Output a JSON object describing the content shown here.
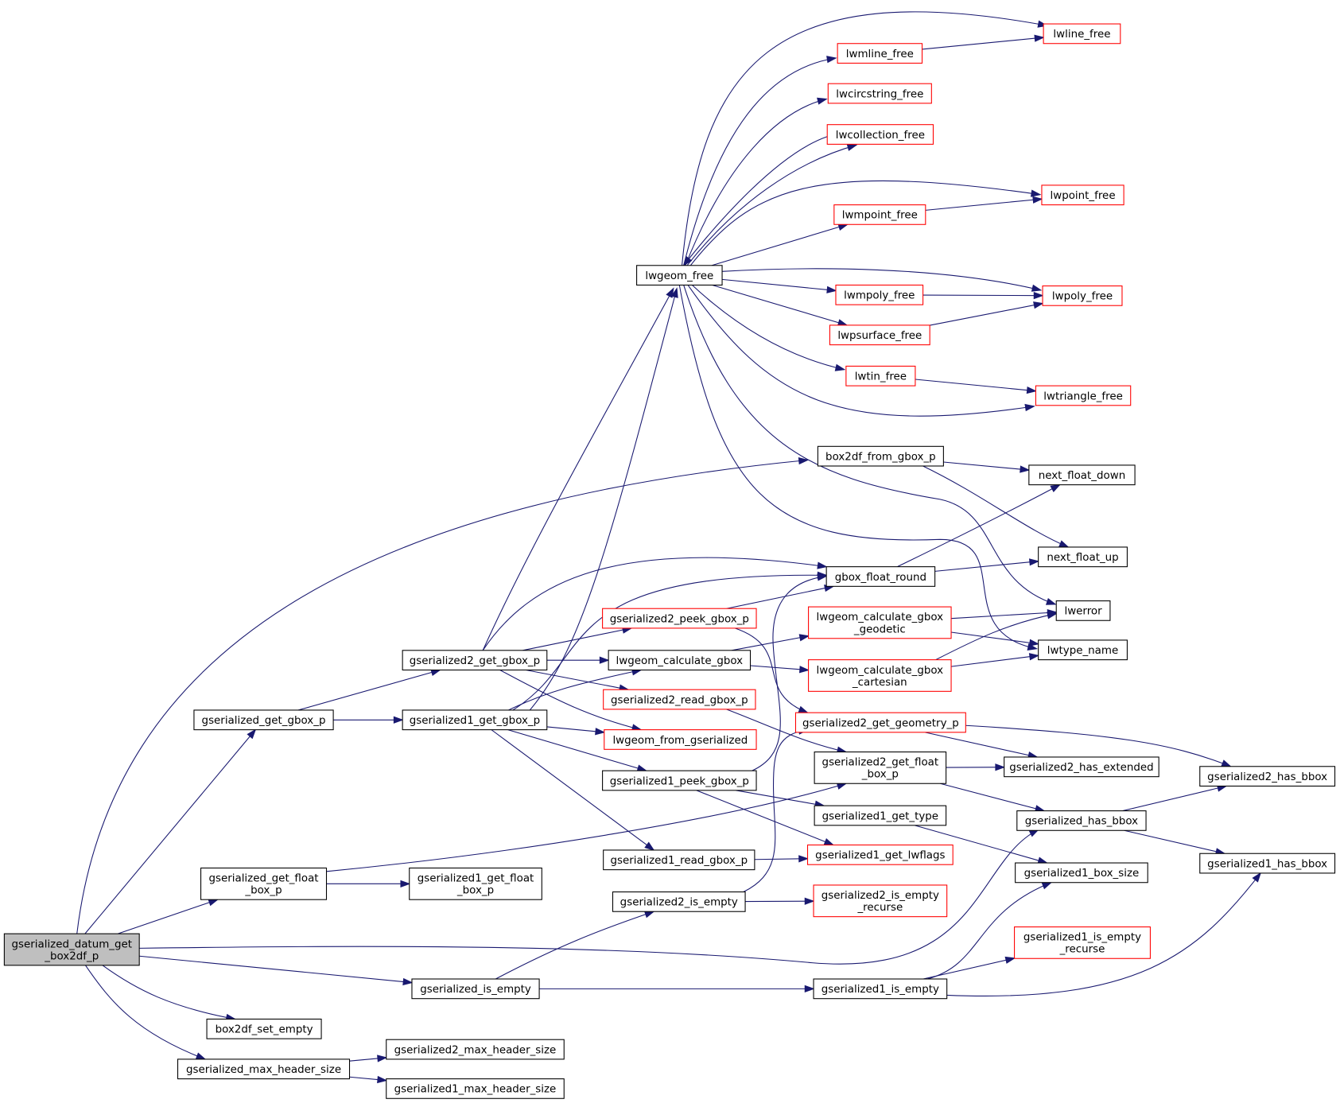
{
  "title": "Call graph for gserialized_datum_get_box2df_p",
  "colors": {
    "edge": "#191970",
    "node_border": "#000000",
    "truncated_border": "#ff0000",
    "root_fill": "#bfbfbf"
  },
  "nodes": [
    {
      "id": "root",
      "label": [
        "gserialized_datum_get",
        "_box2df_p"
      ],
      "style": "root"
    },
    {
      "id": "get_gbox_p",
      "label": [
        "gserialized_get_gbox_p"
      ],
      "style": "std"
    },
    {
      "id": "get_float_box_p",
      "label": [
        "gserialized_get_float",
        "_box_p"
      ],
      "style": "std"
    },
    {
      "id": "box2df_set_empty",
      "label": [
        "box2df_set_empty"
      ],
      "style": "std"
    },
    {
      "id": "max_header_size",
      "label": [
        "gserialized_max_header_size"
      ],
      "style": "std"
    },
    {
      "id": "is_empty",
      "label": [
        "gserialized_is_empty"
      ],
      "style": "std"
    },
    {
      "id": "g2_get_gbox_p",
      "label": [
        "gserialized2_get_gbox_p"
      ],
      "style": "std"
    },
    {
      "id": "g1_get_gbox_p",
      "label": [
        "gserialized1_get_gbox_p"
      ],
      "style": "std"
    },
    {
      "id": "g1_get_float_box_p",
      "label": [
        "gserialized1_get_float",
        "_box_p"
      ],
      "style": "std"
    },
    {
      "id": "g2_max_header_size",
      "label": [
        "gserialized2_max_header_size"
      ],
      "style": "std"
    },
    {
      "id": "g1_max_header_size",
      "label": [
        "gserialized1_max_header_size"
      ],
      "style": "std"
    },
    {
      "id": "lwgeom_free",
      "label": [
        "lwgeom_free"
      ],
      "style": "std"
    },
    {
      "id": "g2_peek_gbox_p",
      "label": [
        "gserialized2_peek_gbox_p"
      ],
      "style": "red"
    },
    {
      "id": "lwgeom_calculate_gbox",
      "label": [
        "lwgeom_calculate_gbox"
      ],
      "style": "std"
    },
    {
      "id": "g2_read_gbox_p",
      "label": [
        "gserialized2_read_gbox_p"
      ],
      "style": "red"
    },
    {
      "id": "lwgeom_from_gserialized",
      "label": [
        "lwgeom_from_gserialized"
      ],
      "style": "red"
    },
    {
      "id": "g1_peek_gbox_p",
      "label": [
        "gserialized1_peek_gbox_p"
      ],
      "style": "std"
    },
    {
      "id": "g1_read_gbox_p",
      "label": [
        "gserialized1_read_gbox_p"
      ],
      "style": "std"
    },
    {
      "id": "g2_is_empty",
      "label": [
        "gserialized2_is_empty"
      ],
      "style": "std"
    },
    {
      "id": "lwmline_free",
      "label": [
        "lwmline_free"
      ],
      "style": "red"
    },
    {
      "id": "lwcircstring_free",
      "label": [
        "lwcircstring_free"
      ],
      "style": "red"
    },
    {
      "id": "lwcollection_free",
      "label": [
        "lwcollection_free"
      ],
      "style": "red"
    },
    {
      "id": "lwmpoint_free",
      "label": [
        "lwmpoint_free"
      ],
      "style": "red"
    },
    {
      "id": "lwmpoly_free",
      "label": [
        "lwmpoly_free"
      ],
      "style": "red"
    },
    {
      "id": "lwpsurface_free",
      "label": [
        "lwpsurface_free"
      ],
      "style": "red"
    },
    {
      "id": "lwtin_free",
      "label": [
        "lwtin_free"
      ],
      "style": "red"
    },
    {
      "id": "box2df_from_gbox_p",
      "label": [
        "box2df_from_gbox_p"
      ],
      "style": "std"
    },
    {
      "id": "gbox_float_round",
      "label": [
        "gbox_float_round"
      ],
      "style": "std"
    },
    {
      "id": "lwgeom_calculate_gbox_geodetic",
      "label": [
        "lwgeom_calculate_gbox",
        "_geodetic"
      ],
      "style": "red"
    },
    {
      "id": "lwgeom_calculate_gbox_cartesian",
      "label": [
        "lwgeom_calculate_gbox",
        "_cartesian"
      ],
      "style": "red"
    },
    {
      "id": "g2_get_geometry_p",
      "label": [
        "gserialized2_get_geometry_p"
      ],
      "style": "red"
    },
    {
      "id": "g2_get_float_box_p",
      "label": [
        "gserialized2_get_float",
        "_box_p"
      ],
      "style": "std"
    },
    {
      "id": "g1_get_type",
      "label": [
        "gserialized1_get_type"
      ],
      "style": "std"
    },
    {
      "id": "g1_get_lwflags",
      "label": [
        "gserialized1_get_lwflags"
      ],
      "style": "red"
    },
    {
      "id": "g2_is_empty_recurse",
      "label": [
        "gserialized2_is_empty",
        "_recurse"
      ],
      "style": "red"
    },
    {
      "id": "g1_is_empty",
      "label": [
        "gserialized1_is_empty"
      ],
      "style": "std"
    },
    {
      "id": "lwline_free",
      "label": [
        "lwline_free"
      ],
      "style": "red"
    },
    {
      "id": "lwpoint_free",
      "label": [
        "lwpoint_free"
      ],
      "style": "red"
    },
    {
      "id": "lwpoly_free",
      "label": [
        "lwpoly_free"
      ],
      "style": "red"
    },
    {
      "id": "lwtriangle_free",
      "label": [
        "lwtriangle_free"
      ],
      "style": "red"
    },
    {
      "id": "next_float_down",
      "label": [
        "next_float_down"
      ],
      "style": "std"
    },
    {
      "id": "next_float_up",
      "label": [
        "next_float_up"
      ],
      "style": "std"
    },
    {
      "id": "lwerror",
      "label": [
        "lwerror"
      ],
      "style": "std"
    },
    {
      "id": "lwtype_name",
      "label": [
        "lwtype_name"
      ],
      "style": "std"
    },
    {
      "id": "g2_has_extended",
      "label": [
        "gserialized2_has_extended"
      ],
      "style": "std"
    },
    {
      "id": "has_bbox",
      "label": [
        "gserialized_has_bbox"
      ],
      "style": "std"
    },
    {
      "id": "g1_box_size",
      "label": [
        "gserialized1_box_size"
      ],
      "style": "std"
    },
    {
      "id": "g1_is_empty_recurse",
      "label": [
        "gserialized1_is_empty",
        "_recurse"
      ],
      "style": "red"
    },
    {
      "id": "g2_has_bbox",
      "label": [
        "gserialized2_has_bbox"
      ],
      "style": "std"
    },
    {
      "id": "g1_has_bbox",
      "label": [
        "gserialized1_has_bbox"
      ],
      "style": "std"
    }
  ],
  "edges": [
    [
      "root",
      "get_gbox_p"
    ],
    [
      "root",
      "get_float_box_p"
    ],
    [
      "root",
      "box2df_set_empty"
    ],
    [
      "root",
      "max_header_size"
    ],
    [
      "root",
      "is_empty"
    ],
    [
      "root",
      "box2df_from_gbox_p"
    ],
    [
      "root",
      "has_bbox"
    ],
    [
      "get_gbox_p",
      "g2_get_gbox_p"
    ],
    [
      "get_gbox_p",
      "g1_get_gbox_p"
    ],
    [
      "get_float_box_p",
      "g1_get_float_box_p"
    ],
    [
      "get_float_box_p",
      "g2_get_float_box_p"
    ],
    [
      "max_header_size",
      "g2_max_header_size"
    ],
    [
      "max_header_size",
      "g1_max_header_size"
    ],
    [
      "is_empty",
      "g2_is_empty"
    ],
    [
      "is_empty",
      "g1_is_empty"
    ],
    [
      "g2_get_gbox_p",
      "lwgeom_free"
    ],
    [
      "g2_get_gbox_p",
      "gbox_float_round"
    ],
    [
      "g2_get_gbox_p",
      "g2_peek_gbox_p"
    ],
    [
      "g2_get_gbox_p",
      "lwgeom_calculate_gbox"
    ],
    [
      "g2_get_gbox_p",
      "g2_read_gbox_p"
    ],
    [
      "g2_get_gbox_p",
      "lwgeom_from_gserialized"
    ],
    [
      "g1_get_gbox_p",
      "lwgeom_free"
    ],
    [
      "g1_get_gbox_p",
      "gbox_float_round"
    ],
    [
      "g1_get_gbox_p",
      "lwgeom_calculate_gbox"
    ],
    [
      "g1_get_gbox_p",
      "lwgeom_from_gserialized"
    ],
    [
      "g1_get_gbox_p",
      "g1_peek_gbox_p"
    ],
    [
      "g1_get_gbox_p",
      "g1_read_gbox_p"
    ],
    [
      "lwgeom_free",
      "lwline_free"
    ],
    [
      "lwgeom_free",
      "lwmline_free"
    ],
    [
      "lwgeom_free",
      "lwcircstring_free"
    ],
    [
      "lwgeom_free",
      "lwcollection_free"
    ],
    [
      "lwgeom_free",
      "lwpoint_free"
    ],
    [
      "lwgeom_free",
      "lwmpoint_free"
    ],
    [
      "lwgeom_free",
      "lwpoly_free"
    ],
    [
      "lwgeom_free",
      "lwmpoly_free"
    ],
    [
      "lwgeom_free",
      "lwpsurface_free"
    ],
    [
      "lwgeom_free",
      "lwtin_free"
    ],
    [
      "lwgeom_free",
      "lwtriangle_free"
    ],
    [
      "lwgeom_free",
      "lwerror"
    ],
    [
      "lwgeom_free",
      "lwtype_name"
    ],
    [
      "lwmline_free",
      "lwline_free"
    ],
    [
      "lwmpoint_free",
      "lwpoint_free"
    ],
    [
      "lwmpoly_free",
      "lwpoly_free"
    ],
    [
      "lwpsurface_free",
      "lwpoly_free"
    ],
    [
      "lwtin_free",
      "lwtriangle_free"
    ],
    [
      "lwcollection_free",
      "lwgeom_free"
    ],
    [
      "box2df_from_gbox_p",
      "next_float_down"
    ],
    [
      "box2df_from_gbox_p",
      "next_float_up"
    ],
    [
      "gbox_float_round",
      "next_float_down"
    ],
    [
      "gbox_float_round",
      "next_float_up"
    ],
    [
      "g2_peek_gbox_p",
      "gbox_float_round"
    ],
    [
      "g2_peek_gbox_p",
      "g2_get_geometry_p"
    ],
    [
      "lwgeom_calculate_gbox",
      "lwgeom_calculate_gbox_geodetic"
    ],
    [
      "lwgeom_calculate_gbox",
      "lwgeom_calculate_gbox_cartesian"
    ],
    [
      "lwgeom_calculate_gbox_geodetic",
      "lwerror"
    ],
    [
      "lwgeom_calculate_gbox_geodetic",
      "lwtype_name"
    ],
    [
      "lwgeom_calculate_gbox_cartesian",
      "lwerror"
    ],
    [
      "lwgeom_calculate_gbox_cartesian",
      "lwtype_name"
    ],
    [
      "g2_read_gbox_p",
      "g2_get_float_box_p"
    ],
    [
      "g1_peek_gbox_p",
      "gbox_float_round"
    ],
    [
      "g1_peek_gbox_p",
      "g1_get_type"
    ],
    [
      "g1_peek_gbox_p",
      "g1_get_lwflags"
    ],
    [
      "g1_read_gbox_p",
      "g1_get_lwflags"
    ],
    [
      "g2_is_empty",
      "g2_get_geometry_p"
    ],
    [
      "g2_is_empty",
      "g2_is_empty_recurse"
    ],
    [
      "g2_get_geometry_p",
      "g2_has_extended"
    ],
    [
      "g2_get_geometry_p",
      "g2_has_bbox"
    ],
    [
      "g2_get_float_box_p",
      "g2_has_extended"
    ],
    [
      "g2_get_float_box_p",
      "has_bbox"
    ],
    [
      "g1_get_type",
      "g1_box_size"
    ],
    [
      "has_bbox",
      "g2_has_bbox"
    ],
    [
      "has_bbox",
      "g1_has_bbox"
    ],
    [
      "g1_is_empty",
      "g1_box_size"
    ],
    [
      "g1_is_empty",
      "g1_is_empty_recurse"
    ],
    [
      "g1_is_empty",
      "g1_has_bbox"
    ]
  ]
}
